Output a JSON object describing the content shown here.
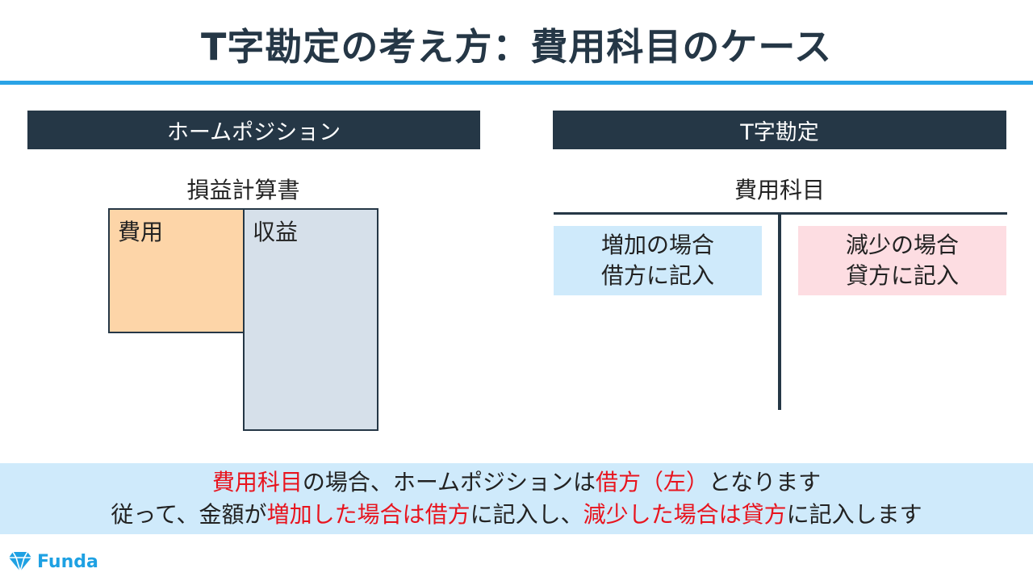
{
  "title": "T字勘定の考え方：費用科目のケース",
  "home_position": {
    "header": "ホームポジション",
    "caption": "損益計算書",
    "expense_label": "費用",
    "revenue_label": "収益"
  },
  "t_account": {
    "header": "T字勘定",
    "account_name": "費用科目",
    "debit_line1": "増加の場合",
    "debit_line2": "借方に記入",
    "credit_line1": "減少の場合",
    "credit_line2": "貸方に記入"
  },
  "summary": {
    "line1": [
      "費用科目",
      "の場合、ホームポジションは",
      "借方（左）",
      "となります"
    ],
    "line2": [
      "従って、金額が",
      "増加した場合は借方",
      "に記入し、",
      "減少した場合は貸方",
      "に記入します"
    ]
  },
  "logo": {
    "text": "Funda",
    "icon": "diamond-icon"
  },
  "colors": {
    "navy": "#253746",
    "accent_blue": "#2aa3e6",
    "expense_fill": "#fdd5a8",
    "revenue_fill": "#d6e0ea",
    "debit_fill": "#cfeafb",
    "credit_fill": "#fddde2",
    "highlight_red": "#e8141e"
  }
}
